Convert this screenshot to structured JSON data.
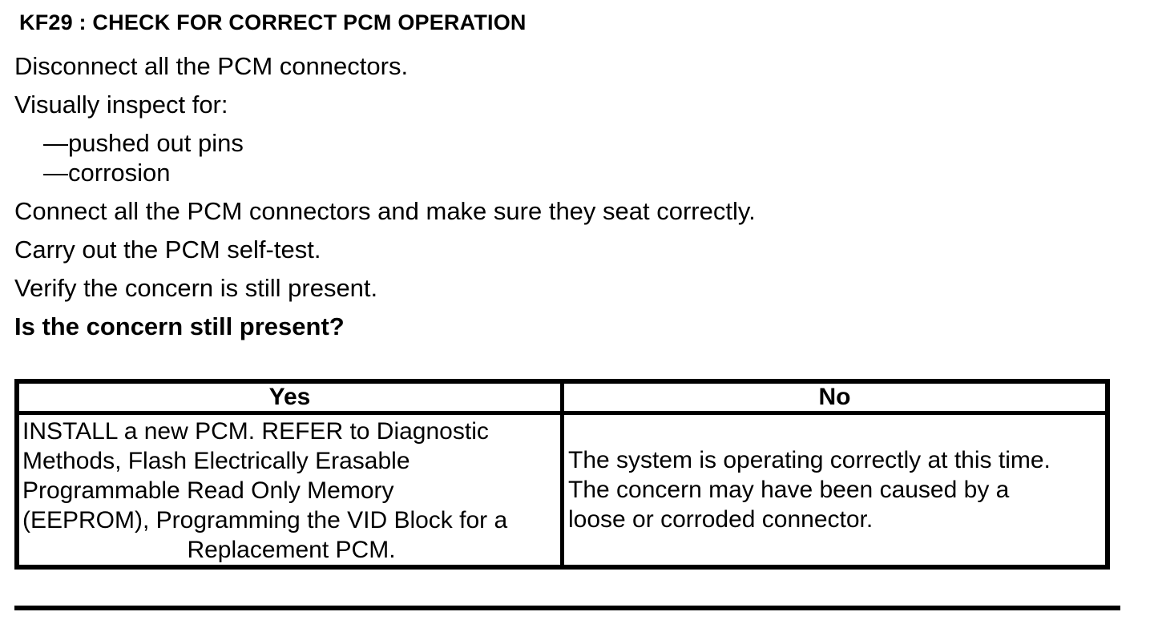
{
  "document": {
    "title": "KF29 : CHECK FOR CORRECT PCM OPERATION",
    "paragraphs": {
      "disconnect": "Disconnect all the PCM connectors.",
      "inspect_intro": "Visually inspect for:",
      "inspect_items": [
        "—pushed out pins",
        "—corrosion"
      ],
      "connect": "Connect all the PCM connectors and make sure they seat correctly.",
      "self_test": "Carry out the PCM self-test.",
      "verify": "Verify the concern is still present.",
      "question": "Is the concern still present?"
    },
    "result_table": {
      "yes_header": "Yes",
      "no_header": "No",
      "yes_lines": [
        "INSTALL a new PCM. REFER to Diagnostic",
        "Methods, Flash Electrically Erasable",
        "Programmable Read Only Memory",
        "(EEPROM), Programming the VID Block for a",
        "Replacement PCM."
      ],
      "no_lines": [
        "The system is operating correctly at this time.",
        "The concern may have been caused by a",
        "loose or corroded connector."
      ]
    },
    "colors": {
      "text": "#000000",
      "background": "#ffffff",
      "border": "#000000"
    }
  }
}
